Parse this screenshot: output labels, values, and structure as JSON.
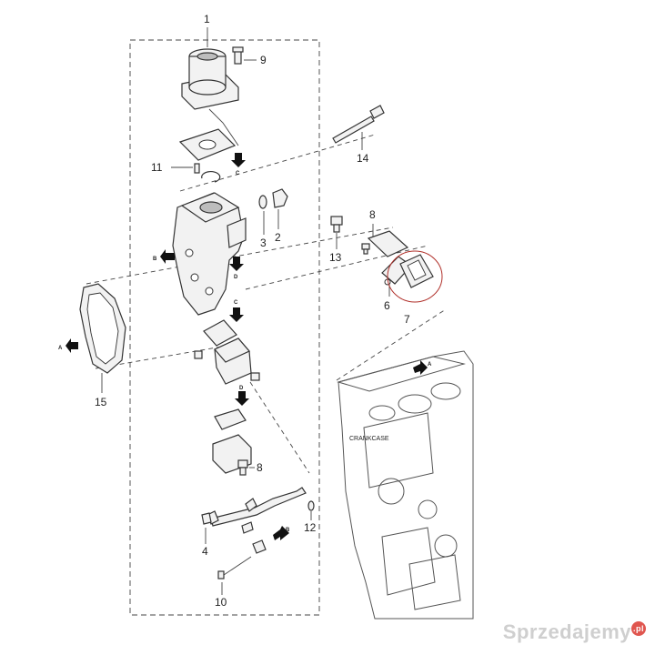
{
  "callouts": [
    "1",
    "9",
    "14",
    "11",
    "2",
    "3",
    "13",
    "8",
    "6",
    "7",
    "15",
    "8",
    "12",
    "4",
    "10"
  ],
  "refs": [
    "C",
    "B",
    "D",
    "C",
    "A",
    "D",
    "B",
    "A"
  ],
  "crankcase_label": "CRANKCASE",
  "watermark": {
    "text": "Sprzedajemy",
    "suffix": ".pl"
  }
}
